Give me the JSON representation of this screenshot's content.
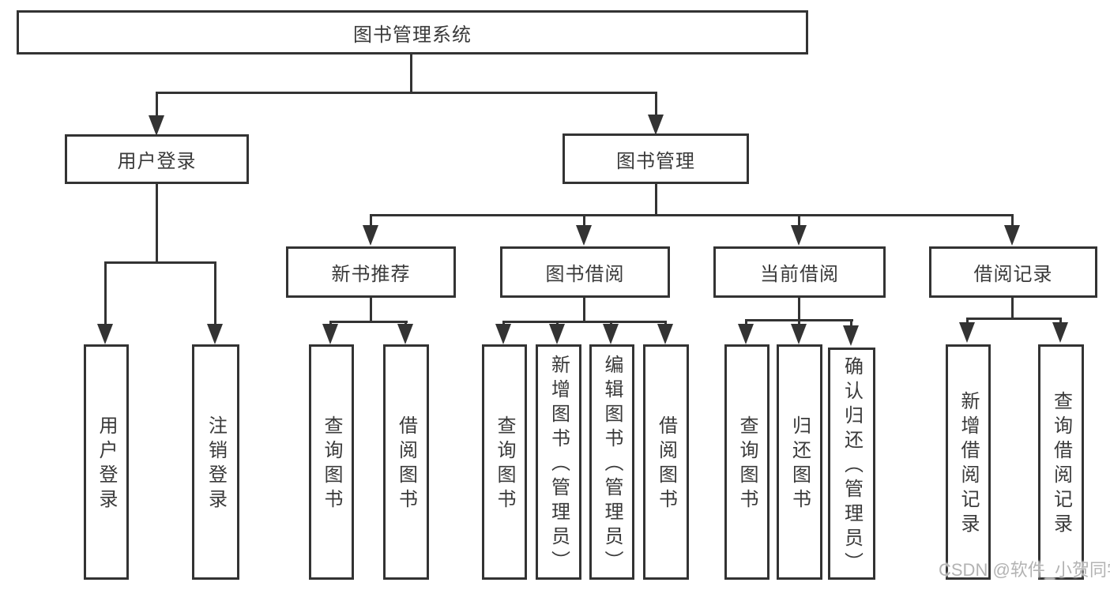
{
  "diagram_type": "hierarchy-tree",
  "colors": {
    "line": "#333333",
    "text": "#3a3a3a",
    "background": "#ffffff",
    "watermark": "#b3b3b3"
  },
  "tree": {
    "label": "图书管理系统",
    "children": [
      {
        "label": "用户登录",
        "children": [
          {
            "label": "用户登录"
          },
          {
            "label": "注销登录"
          }
        ]
      },
      {
        "label": "图书管理",
        "children": [
          {
            "label": "新书推荐",
            "children": [
              {
                "label": "查询图书"
              },
              {
                "label": "借阅图书"
              }
            ]
          },
          {
            "label": "图书借阅",
            "children": [
              {
                "label": "查询图书"
              },
              {
                "label": "新增图书（管理员）"
              },
              {
                "label": "编辑图书（管理员）"
              },
              {
                "label": "借阅图书"
              }
            ]
          },
          {
            "label": "当前借阅",
            "children": [
              {
                "label": "查询图书"
              },
              {
                "label": "归还图书"
              },
              {
                "label": "确认归还（管理员）"
              }
            ]
          },
          {
            "label": "借阅记录",
            "children": [
              {
                "label": "新增借阅记录"
              },
              {
                "label": "查询借阅记录"
              }
            ]
          }
        ]
      }
    ]
  },
  "watermark": {
    "text": "CSDN @软件_小贺同学"
  }
}
